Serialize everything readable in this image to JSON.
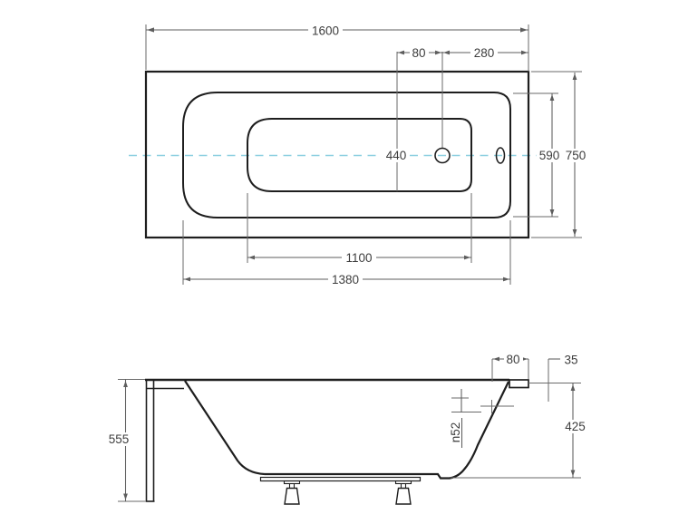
{
  "top_view": {
    "dims": {
      "overall_length": "1600",
      "drain_spacing": "80",
      "drain_to_end": "280",
      "center_width": "440",
      "rim_width": "590",
      "overall_width": "750",
      "basin_floor_length": "1100",
      "basin_rim_length": "1380"
    }
  },
  "side_view": {
    "dims": {
      "overall_height": "555",
      "rim_overhang": "80",
      "rim_lip": "35",
      "overflow_diameter": "n52",
      "basin_height": "425"
    }
  },
  "colors": {
    "outline": "#1e1e1e",
    "dimension": "#5d5d5d",
    "centerline": "#8ccfe0",
    "background": "#ffffff"
  }
}
